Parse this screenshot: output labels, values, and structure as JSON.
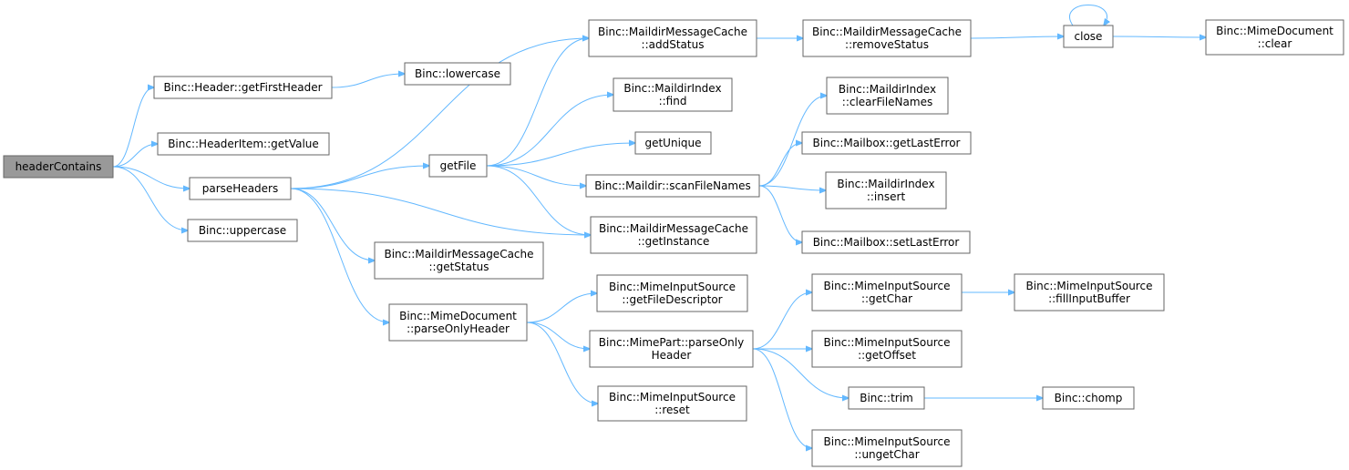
{
  "colors": {
    "edge": "#63b8ff",
    "node_border": "#666666",
    "root_fill": "#999999",
    "node_fill": "#ffffff"
  },
  "nodes": {
    "headerContains": [
      "headerContains"
    ],
    "getFirstHeader": [
      "Binc::Header::getFirstHeader"
    ],
    "getValue": [
      "Binc::HeaderItem::getValue"
    ],
    "parseHeaders": [
      "parseHeaders"
    ],
    "uppercase": [
      "Binc::uppercase"
    ],
    "lowercase": [
      "Binc::lowercase"
    ],
    "getFile": [
      "getFile"
    ],
    "getStatus": [
      "Binc::MaildirMessageCache",
      "::getStatus"
    ],
    "parseOnlyHeaderDoc": [
      "Binc::MimeDocument",
      "::parseOnlyHeader"
    ],
    "addStatus": [
      "Binc::MaildirMessageCache",
      "::addStatus"
    ],
    "find": [
      "Binc::MaildirIndex",
      "::find"
    ],
    "getUnique": [
      "getUnique"
    ],
    "scanFileNames": [
      "Binc::Maildir::scanFileNames"
    ],
    "getInstance": [
      "Binc::MaildirMessageCache",
      "::getInstance"
    ],
    "getFileDescriptor": [
      "Binc::MimeInputSource",
      "::getFileDescriptor"
    ],
    "parseOnlyHeaderPart": [
      "Binc::MimePart::parseOnly",
      "Header"
    ],
    "reset": [
      "Binc::MimeInputSource",
      "::reset"
    ],
    "removeStatus": [
      "Binc::MaildirMessageCache",
      "::removeStatus"
    ],
    "clearFileNames": [
      "Binc::MaildirIndex",
      "::clearFileNames"
    ],
    "getLastError": [
      "Binc::Mailbox::getLastError"
    ],
    "insert": [
      "Binc::MaildirIndex",
      "::insert"
    ],
    "setLastError": [
      "Binc::Mailbox::setLastError"
    ],
    "getChar": [
      "Binc::MimeInputSource",
      "::getChar"
    ],
    "getOffset": [
      "Binc::MimeInputSource",
      "::getOffset"
    ],
    "trim": [
      "Binc::trim"
    ],
    "ungetChar": [
      "Binc::MimeInputSource",
      "::ungetChar"
    ],
    "close": [
      "close"
    ],
    "fillInputBuffer": [
      "Binc::MimeInputSource",
      "::fillInputBuffer"
    ],
    "chomp": [
      "Binc::chomp"
    ],
    "clear": [
      "Binc::MimeDocument",
      "::clear"
    ]
  },
  "edges": [
    [
      "headerContains",
      "getFirstHeader"
    ],
    [
      "headerContains",
      "getValue"
    ],
    [
      "headerContains",
      "parseHeaders"
    ],
    [
      "headerContains",
      "uppercase"
    ],
    [
      "getFirstHeader",
      "lowercase"
    ],
    [
      "parseHeaders",
      "addStatus"
    ],
    [
      "parseHeaders",
      "getFile"
    ],
    [
      "parseHeaders",
      "getInstance"
    ],
    [
      "parseHeaders",
      "getStatus"
    ],
    [
      "parseHeaders",
      "parseOnlyHeaderDoc"
    ],
    [
      "getFile",
      "addStatus"
    ],
    [
      "getFile",
      "find"
    ],
    [
      "getFile",
      "getUnique"
    ],
    [
      "getFile",
      "scanFileNames"
    ],
    [
      "getFile",
      "getInstance"
    ],
    [
      "addStatus",
      "removeStatus"
    ],
    [
      "removeStatus",
      "close"
    ],
    [
      "close",
      "close"
    ],
    [
      "close",
      "clear"
    ],
    [
      "scanFileNames",
      "clearFileNames"
    ],
    [
      "scanFileNames",
      "getLastError"
    ],
    [
      "scanFileNames",
      "insert"
    ],
    [
      "scanFileNames",
      "setLastError"
    ],
    [
      "parseOnlyHeaderDoc",
      "getFileDescriptor"
    ],
    [
      "parseOnlyHeaderDoc",
      "parseOnlyHeaderPart"
    ],
    [
      "parseOnlyHeaderDoc",
      "reset"
    ],
    [
      "parseOnlyHeaderPart",
      "getChar"
    ],
    [
      "parseOnlyHeaderPart",
      "getOffset"
    ],
    [
      "parseOnlyHeaderPart",
      "trim"
    ],
    [
      "parseOnlyHeaderPart",
      "ungetChar"
    ],
    [
      "getChar",
      "fillInputBuffer"
    ],
    [
      "trim",
      "chomp"
    ]
  ]
}
